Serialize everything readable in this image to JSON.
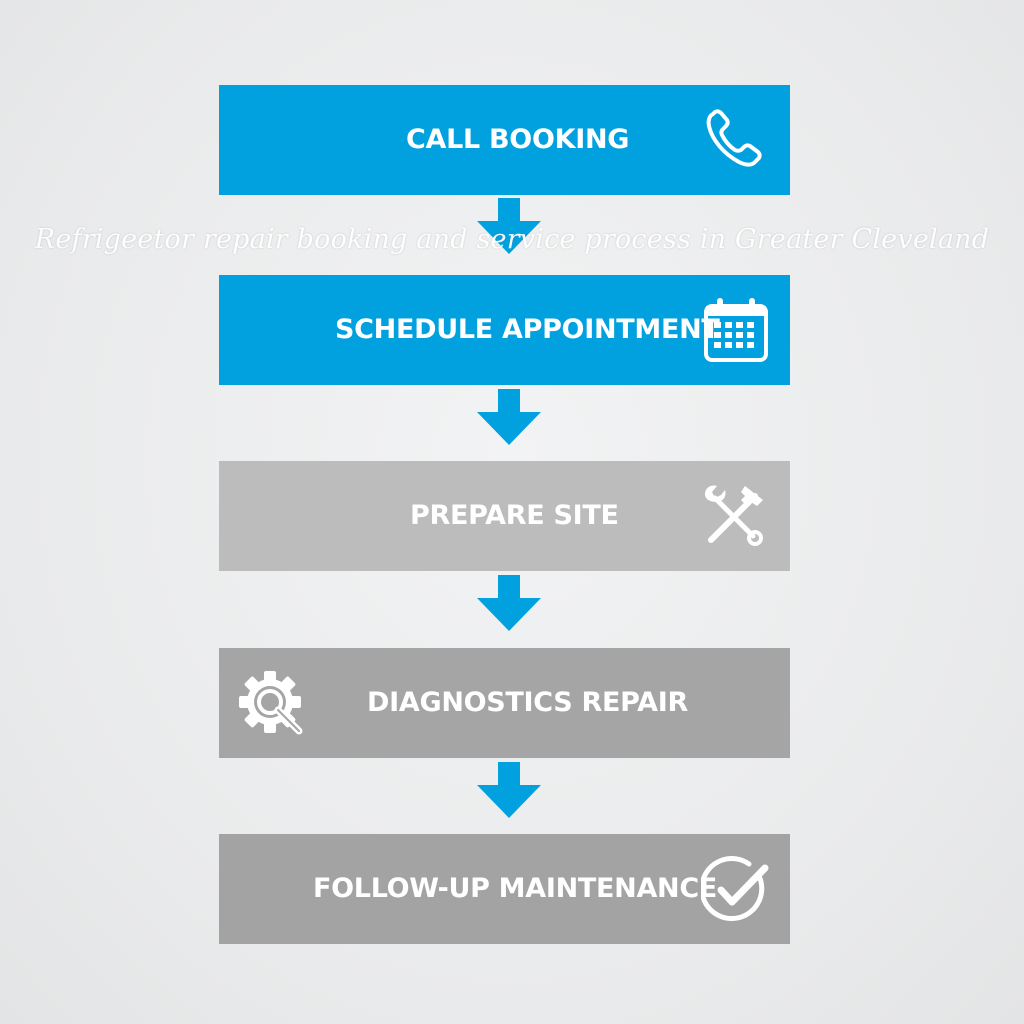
{
  "caption": "Refrigeetor repair booking and service process in Greater Cleveland",
  "colors": {
    "background": "#ebeced",
    "blue": "#00a1de",
    "gray_light": "#bcbcbc",
    "gray": "#a5a5a5",
    "text": "#ffffff"
  },
  "steps": [
    {
      "label": "CALL BOOKING",
      "icon": "phone-icon",
      "color": "#00a1de"
    },
    {
      "label": "SCHEDULE APPOINTMENT",
      "icon": "calendar-icon",
      "color": "#00a1de"
    },
    {
      "label": "PREPARE SITE",
      "icon": "wrench-hammer-icon",
      "color": "#bcbcbc"
    },
    {
      "label": "DIAGNOSTICS REPAIR",
      "icon": "gear-magnifier-icon",
      "color": "#a5a5a5"
    },
    {
      "label": "FOLLOW-UP MAINTENANCE",
      "icon": "checkmark-circle-icon",
      "color": "#a3a3a3"
    }
  ],
  "connectors": [
    {
      "icon": "arrow-down-icon",
      "color": "#00a1de"
    },
    {
      "icon": "arrow-down-icon",
      "color": "#00a1de"
    },
    {
      "icon": "arrow-down-icon",
      "color": "#00a1de"
    },
    {
      "icon": "arrow-down-icon",
      "color": "#00a1de"
    }
  ]
}
